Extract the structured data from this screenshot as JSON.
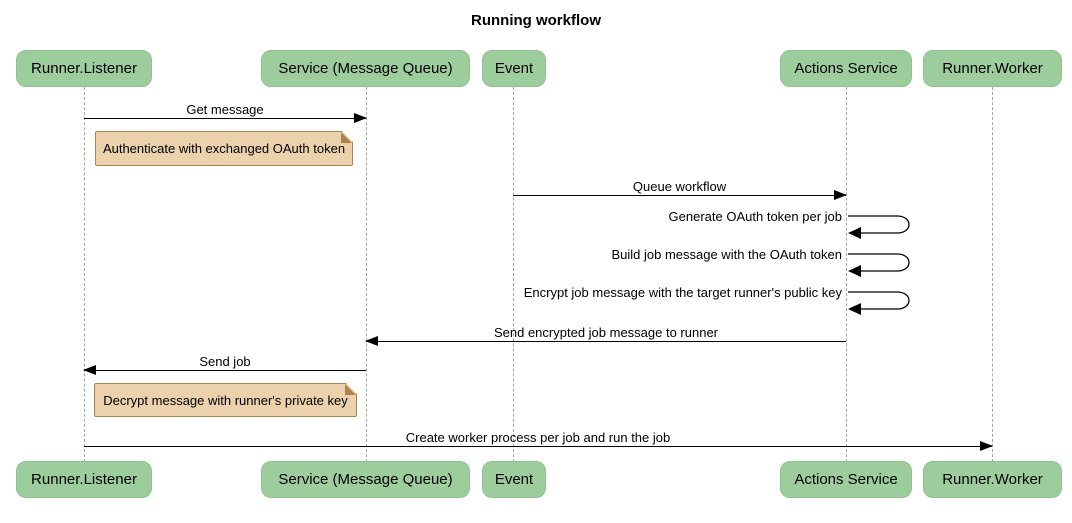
{
  "diagram_type": "sequence",
  "title": "Running workflow",
  "colors": {
    "participant_fill": "#9dcd9d",
    "participant_border": "#8fc28f",
    "note_fill": "#ecd1ad",
    "note_border": "#aa8450",
    "lifeline": "#a6a6a6",
    "arrow": "#000000"
  },
  "participants": [
    {
      "label": "Runner.Listener"
    },
    {
      "label": "Service (Message Queue)"
    },
    {
      "label": "Event"
    },
    {
      "label": "Actions Service"
    },
    {
      "label": "Runner.Worker"
    }
  ],
  "messages": [
    {
      "type": "message",
      "label": "Get message",
      "from": "Runner.Listener",
      "to": "Service (Message Queue)"
    },
    {
      "type": "note",
      "label": "Authenticate with exchanged OAuth token",
      "over": "Runner.Listener"
    },
    {
      "type": "message",
      "label": "Queue workflow",
      "from": "Event",
      "to": "Actions Service"
    },
    {
      "type": "self",
      "label": "Generate OAuth token per job",
      "actor": "Actions Service"
    },
    {
      "type": "self",
      "label": "Build job message with the OAuth token",
      "actor": "Actions Service"
    },
    {
      "type": "self",
      "label": "Encrypt job message with the target runner's public key",
      "actor": "Actions Service"
    },
    {
      "type": "message",
      "label": "Send encrypted job message to runner",
      "from": "Actions Service",
      "to": "Service (Message Queue)"
    },
    {
      "type": "message",
      "label": "Send job",
      "from": "Service (Message Queue)",
      "to": "Runner.Listener"
    },
    {
      "type": "note",
      "label": "Decrypt message with runner's private key",
      "over": "Runner.Listener"
    },
    {
      "type": "message",
      "label": "Create worker process per job and run the job",
      "from": "Runner.Listener",
      "to": "Runner.Worker"
    }
  ]
}
